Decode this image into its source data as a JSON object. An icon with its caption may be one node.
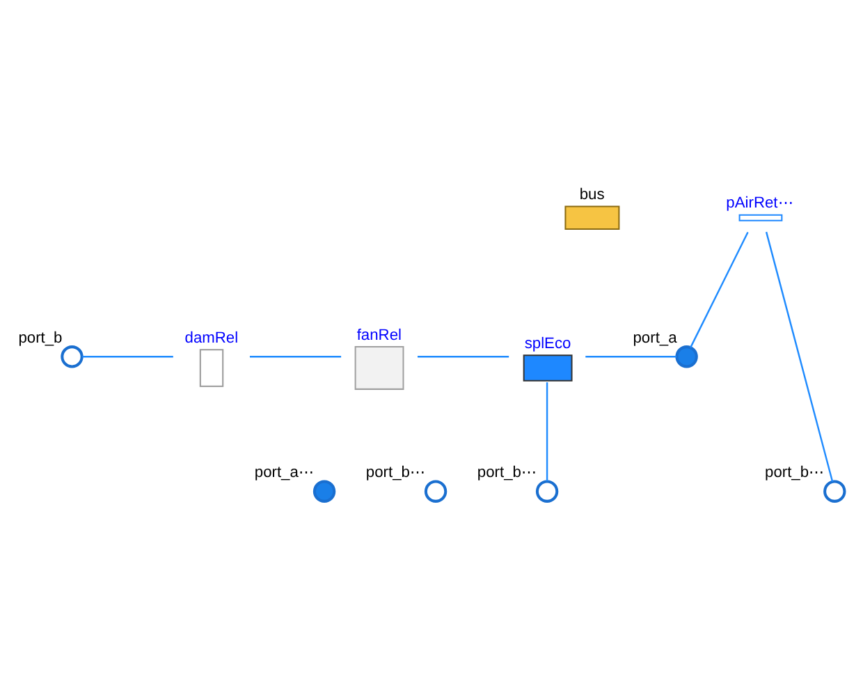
{
  "diagram": {
    "nodes": [
      {
        "text": [
          "bus"
        ]
      },
      {
        "text": [
          "port_b"
        ]
      },
      {
        "text": [
          "damRel"
        ]
      },
      {
        "text": [
          "fanRel"
        ]
      },
      {
        "text": [
          "splEco"
        ]
      },
      {
        "text": [
          "pAirRet⋯"
        ]
      },
      {
        "text": [
          "port_a"
        ]
      },
      {
        "text": [
          "port_a⋯"
        ]
      },
      {
        "text": [
          "port_b⋯"
        ]
      },
      {
        "text": [
          "port_b⋯"
        ]
      },
      {
        "text": [
          "port_b⋯"
        ]
      }
    ],
    "edges": [
      {
        "from": 1,
        "to": 2,
        "arrow": "none"
      },
      {
        "from": 2,
        "to": 3,
        "arrow": "none"
      },
      {
        "from": 3,
        "to": 4,
        "arrow": "none"
      },
      {
        "from": 4,
        "to": 6,
        "arrow": "none"
      },
      {
        "from": 5,
        "to": 6,
        "arrow": "none"
      },
      {
        "from": 5,
        "to": 10,
        "arrow": "none"
      },
      {
        "from": 4,
        "to": 9,
        "arrow": "none"
      }
    ]
  }
}
